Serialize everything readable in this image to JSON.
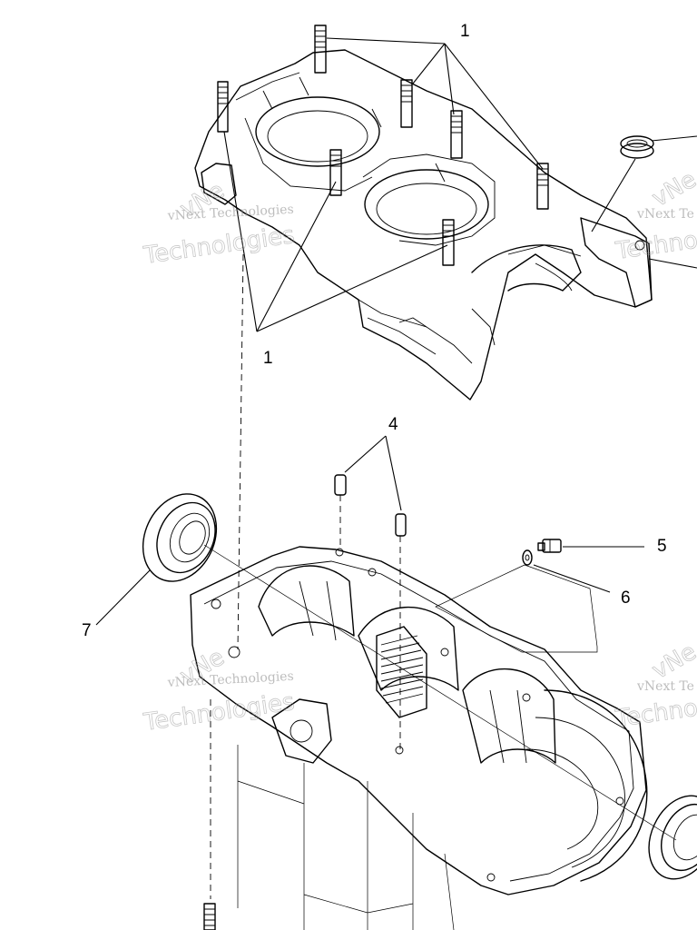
{
  "diagram": {
    "callouts": [
      {
        "id": "c1-top",
        "label": "1"
      },
      {
        "id": "c1-bottom",
        "label": "1"
      },
      {
        "id": "c4",
        "label": "4"
      },
      {
        "id": "c5",
        "label": "5"
      },
      {
        "id": "c6",
        "label": "6"
      },
      {
        "id": "c7",
        "label": "7"
      }
    ],
    "watermark": {
      "text_small": "vNext Technologies",
      "text_big": "Technologies",
      "text_corner": "vNext Te",
      "text_corner2": "Techno",
      "text_corner3": "vNe"
    },
    "parts": [
      "upper-crankcase",
      "lower-crankcase",
      "dowel-pin",
      "drain-bolt",
      "washer",
      "oil-seal",
      "stud"
    ]
  }
}
